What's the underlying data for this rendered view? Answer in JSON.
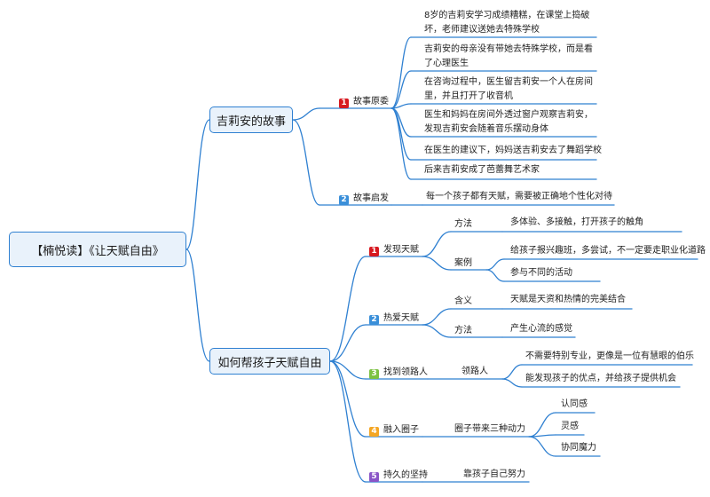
{
  "colors": {
    "line": "#2f80d1",
    "node_fill": "#e9f2fb",
    "badge_1": "#d71920",
    "badge_2": "#3a8fd9",
    "badge_3": "#7cc242",
    "badge_4": "#f5a623",
    "badge_5": "#8a55c7"
  },
  "root": {
    "label": "【楠悦读】《让天赋自由》"
  },
  "branch1": {
    "label": "吉莉安的故事",
    "origin": {
      "badge": "1",
      "label": "故事原委",
      "items": [
        "8岁的吉莉安学习成绩糟糕，在课堂上捣破坏，老师建议送她去特殊学校",
        "吉莉安的母亲没有带她去特殊学校，而是看了心理医生",
        "在咨询过程中，医生留吉莉安一个人在房间里，并且打开了收音机",
        "医生和妈妈在房间外透过窗户观察吉莉安，发现吉莉安会随着音乐摆动身体",
        "在医生的建议下，妈妈送吉莉安去了舞蹈学校",
        "后来吉莉安成了芭蕾舞艺术家"
      ]
    },
    "insight": {
      "badge": "2",
      "label": "故事启发",
      "text": "每一个孩子都有天赋，需要被正确地个性化对待"
    }
  },
  "branch2": {
    "label": "如何帮孩子天赋自由",
    "discover": {
      "badge": "1",
      "label": "发现天赋",
      "method_label": "方法",
      "method_text": "多体验、多接触，打开孩子的触角",
      "cases_label": "案例",
      "cases": [
        "给孩子报兴趣班，多尝试，不一定要走职业化道路",
        "参与不同的活动"
      ]
    },
    "love": {
      "badge": "2",
      "label": "热爱天赋",
      "meaning_label": "含义",
      "meaning_text": "天赋是天资和热情的完美结合",
      "method_label": "方法",
      "method_text": "产生心流的感觉"
    },
    "mentor": {
      "badge": "3",
      "label": "找到领路人",
      "sub_label": "领路人",
      "items": [
        "不需要特别专业，更像是一位有慧眼的伯乐",
        "能发现孩子的优点，并给孩子提供机会"
      ]
    },
    "circle": {
      "badge": "4",
      "label": "融入圈子",
      "sub_label": "圈子带来三种动力",
      "items": [
        "认同感",
        "灵感",
        "协同魔力"
      ]
    },
    "persist": {
      "badge": "5",
      "label": "持久的坚持",
      "sub_label": "靠孩子自己努力"
    }
  }
}
